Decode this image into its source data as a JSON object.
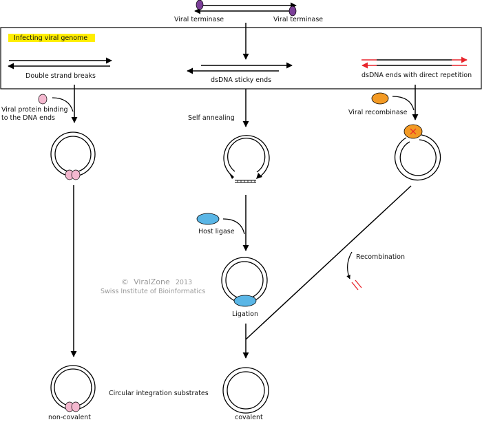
{
  "top": {
    "terminase_left_label": "Viral terminase",
    "terminase_right_label": "Viral terminase"
  },
  "box": {
    "title": "Infecting viral genome",
    "columns": [
      {
        "label": "Double strand breaks"
      },
      {
        "label": "dsDNA sticky ends"
      },
      {
        "label": "dsDNA ends  with direct repetition"
      }
    ]
  },
  "left_path": {
    "step_label_line1": "Viral protein binding",
    "step_label_line2": "to the DNA ends",
    "result_label": "non-covalent"
  },
  "middle_path": {
    "step1_label": "Self annealing",
    "step2_label": "Host ligase",
    "step3_label": "Ligation",
    "result_label": "covalent"
  },
  "right_path": {
    "step1_label": "Viral recombinase",
    "step2_label": "Recombination"
  },
  "bottom": {
    "substrates_label": "Circular integration substrates"
  },
  "watermark": {
    "copyright_symbol": "©",
    "brand": "ViralZone",
    "year": "2013",
    "institute": "Swiss Institute of Bioinformatics"
  },
  "colors": {
    "highlight": "#ffee00",
    "terminase": "#7b3f98",
    "viral_protein": "#f4b8cf",
    "ligase": "#5ab6e6",
    "recombinase": "#f39a24",
    "repeat": "#e8242b"
  }
}
